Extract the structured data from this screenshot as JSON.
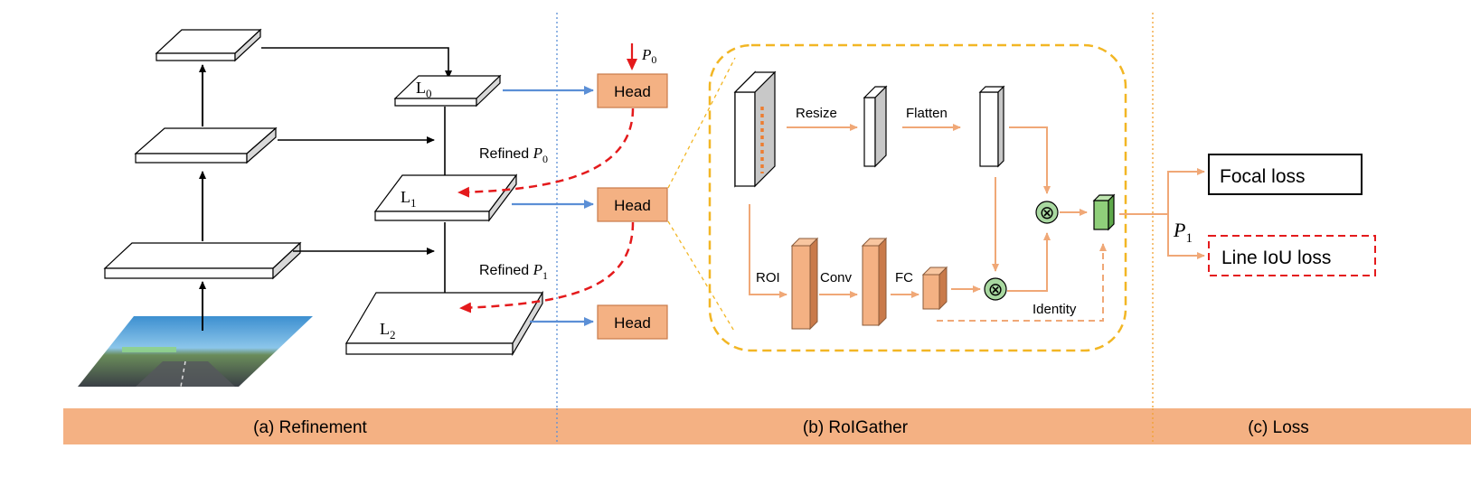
{
  "colors": {
    "black": "#000000",
    "blue_arrow": "#5b8fd6",
    "red_arrow": "#e41a1c",
    "orange": "#f4b183",
    "orange_dark": "#c97a4a",
    "head_fill": "#f4b183",
    "gold_dashed": "#f2b624",
    "green": "#8fcf7a",
    "band": "#f4b183",
    "dotted_blue": "#5b8fd6",
    "dotted_orange": "#f0a030",
    "circle_fill": "#a8d8a0",
    "road_sky": "#5aa9d6"
  },
  "refinement": {
    "levels": [
      {
        "base": "L",
        "sub": "0"
      },
      {
        "base": "L",
        "sub": "1"
      },
      {
        "base": "L",
        "sub": "2"
      }
    ],
    "heads": [
      "Head",
      "Head",
      "Head"
    ],
    "p0": {
      "base": "P",
      "sub": "0"
    },
    "refined_p0": {
      "text": "Refined ",
      "base": "P",
      "sub": "0"
    },
    "refined_p1": {
      "text": "Refined ",
      "base": "P",
      "sub": "1"
    },
    "input_image": "road-scene-image"
  },
  "roigather": {
    "resize": "Resize",
    "flatten": "Flatten",
    "roi": "ROI",
    "conv": "Conv",
    "fc": "FC",
    "identity": "Identity",
    "multiply_symbol": "⊗"
  },
  "loss": {
    "p1": {
      "base": "P",
      "sub": "1"
    },
    "focal": "Focal loss",
    "line_iou": "Line IoU loss"
  },
  "sections": {
    "a": "(a) Refinement",
    "b": "(b) RoIGather",
    "c": "(c) Loss"
  }
}
